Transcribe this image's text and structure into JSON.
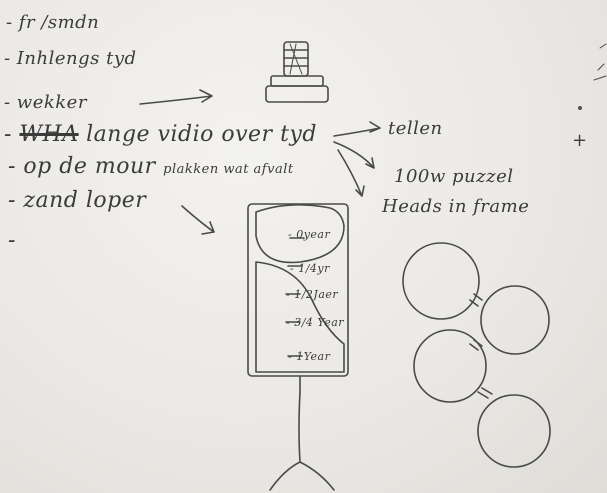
{
  "notes": {
    "list": [
      "- fr /smdn",
      "- Inhlengs tyd",
      "- wekker",
      "- ",
      "- op de mour",
      "- zand loper",
      "-"
    ],
    "line4_tail": "lange vidio over tyd",
    "line5_tail": "plakken wat afvalt",
    "right_tellen": "tellen",
    "right_puzzle_1": "100w puzzel",
    "right_puzzle_2": "Heads in frame"
  },
  "hourglass_scale": [
    "- 0year",
    "- 1/4yr",
    "- 1/2Jaer",
    "- 3/4 Year",
    "- 1Year"
  ],
  "margin_marks": [
    "+"
  ]
}
